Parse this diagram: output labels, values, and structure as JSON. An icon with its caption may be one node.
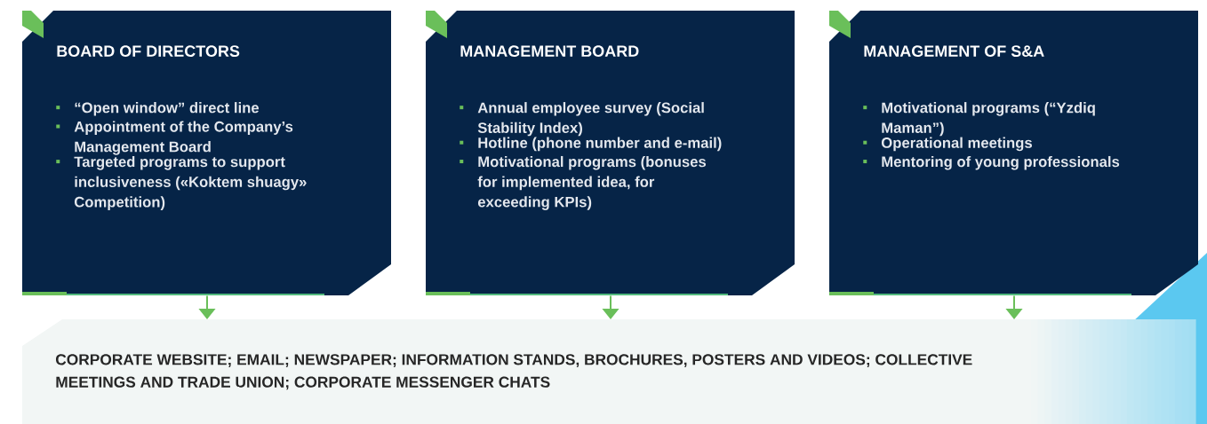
{
  "diagram": {
    "nodes": [
      {
        "text": [
          "BOARD OF DIRECTORS",
          "“Open window” direct line",
          "Appointment of the Company’s Management Board",
          "Targeted programs to support inclusiveness («Koktem shuagy» Competition)"
        ]
      },
      {
        "text": [
          "MANAGEMENT BOARD",
          "Annual employee survey (Social Stability Index)",
          "Hotline (phone number and e-mail)",
          "Motivational programs (bonuses for implemented idea, for exceeding KPIs)"
        ]
      },
      {
        "text": [
          "MANAGEMENT OF S&A",
          "Motivational programs (“Yzdiq Maman”)",
          "Operational meetings",
          "Mentoring of young professionals"
        ]
      },
      {
        "text": [
          "CORPORATE WEBSITE; EMAIL; NEWSPAPER; INFORMATION STANDS, BROCHURES, POSTERS AND VIDEOS; COLLECTIVE MEETINGS AND TRADE UNION; CORPORATE MESSENGER CHATS"
        ]
      }
    ],
    "edges": [
      {
        "from": 0,
        "to": 3,
        "arrow": "to"
      },
      {
        "from": 1,
        "to": 3,
        "arrow": "to"
      },
      {
        "from": 2,
        "to": 3,
        "arrow": "to"
      }
    ]
  }
}
